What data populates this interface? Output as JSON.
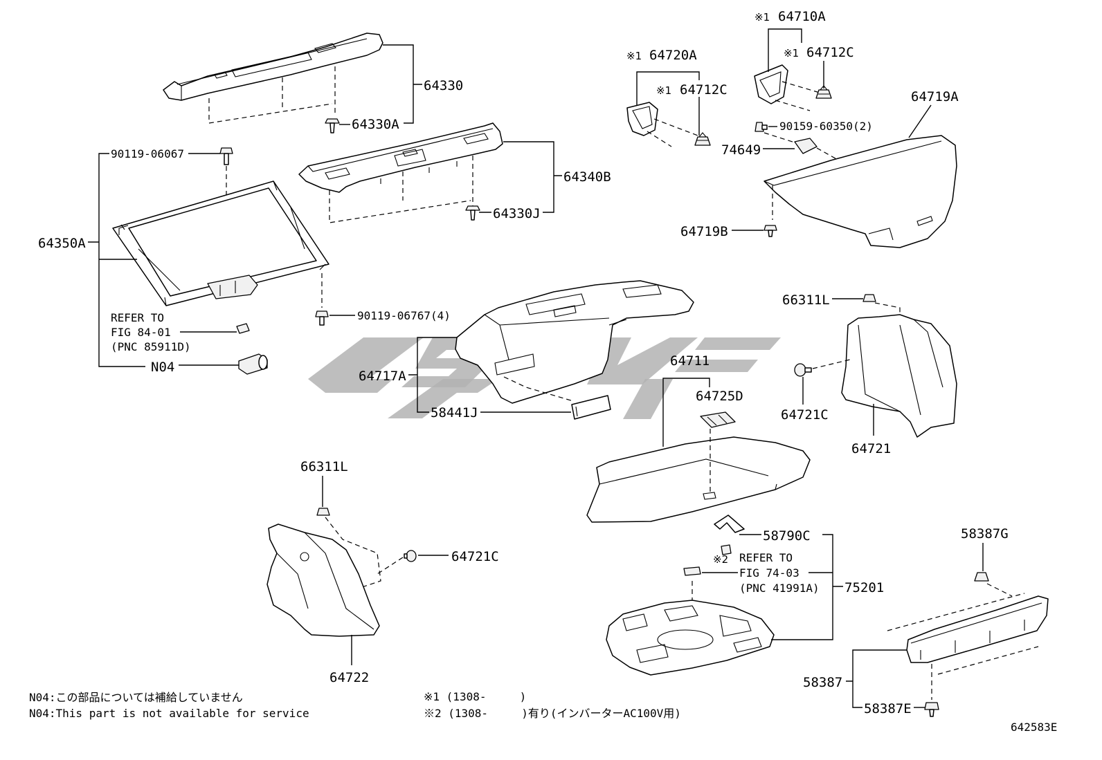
{
  "callouts": {
    "c64330": "64330",
    "c64330A": "64330A",
    "c90119_06067": "90119-06067",
    "c64340B": "64340B",
    "c64350A": "64350A",
    "c64330J": "64330J",
    "c90119_06767": "90119-06767(4)",
    "cN04": "N04",
    "c64717A": "64717A",
    "c58441J": "58441J",
    "c64711": "64711",
    "c64725D": "64725D",
    "c64720A": "64720A",
    "c64712C_a": "64712C",
    "c64710A": "64710A",
    "c64712C_b": "64712C",
    "c64719A": "64719A",
    "c90159_60350": "90159-60350(2)",
    "c74649": "74649",
    "c64719B": "64719B",
    "c66311L_a": "66311L",
    "c64721C_a": "64721C",
    "c64721": "64721",
    "c66311L_b": "66311L",
    "c64721C_b": "64721C",
    "c58790C": "58790C",
    "c75201": "75201",
    "c58387G": "58387G",
    "c64722": "64722",
    "c58387": "58387",
    "c58387E": "58387E"
  },
  "marks": {
    "m1_a": "※1",
    "m1_b": "※1",
    "m1_c": "※1",
    "m1_d": "※1",
    "m2": "※2"
  },
  "references": {
    "fig84": [
      "REFER TO",
      "FIG 84-01",
      "(PNC 85911D)"
    ],
    "fig74": [
      "REFER TO",
      "FIG 74-03",
      "(PNC 41991A)"
    ]
  },
  "footer": {
    "n04_ja": "N04:この部品については補給していません",
    "n04_en": "N04:This part is not available for service",
    "note1": "※1 (1308-     )",
    "note2": "※2 (1308-     )有り(インバーターAC100V用)",
    "illustration_no": "642583E"
  },
  "colors": {
    "line": "#000000",
    "watermark": "#b3b3b3",
    "background": "#ffffff"
  }
}
